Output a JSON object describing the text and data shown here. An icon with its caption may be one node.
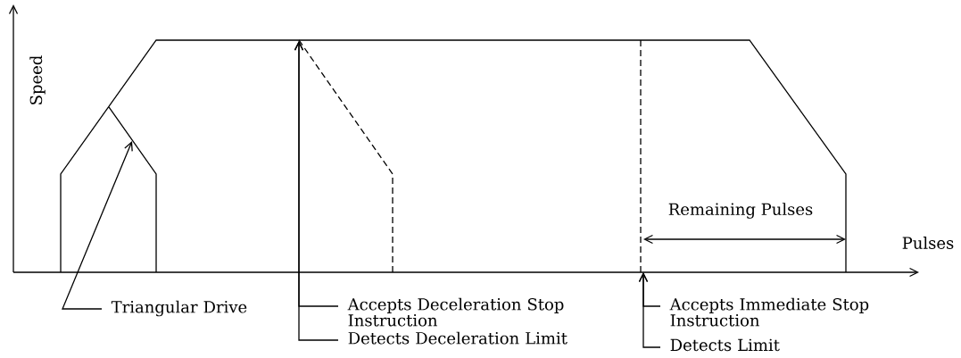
{
  "diagram": {
    "nodes": [
      {
        "text": [
          "Triangular Drive"
        ]
      },
      {
        "text": [
          "Accepts Deceleration Stop Instruction"
        ]
      },
      {
        "text": [
          "Detects Deceleration Limit"
        ]
      },
      {
        "text": [
          "Accepts Immediate Stop Instruction"
        ]
      },
      {
        "text": [
          "Detects Limit"
        ]
      },
      {
        "text": [],
        "shape": "line"
      }
    ],
    "edges": [
      {
        "from": 0,
        "to": null,
        "arrow": "to"
      },
      {
        "from": 1,
        "to": 5,
        "arrow": "to"
      },
      {
        "from": 2,
        "to": 5,
        "arrow": "to"
      },
      {
        "from": 3,
        "to": null,
        "arrow": "to"
      },
      {
        "from": 4,
        "to": null,
        "arrow": "to"
      }
    ],
    "labels": [
      "Speed",
      "Remaining Pulses",
      "Pulses"
    ]
  }
}
